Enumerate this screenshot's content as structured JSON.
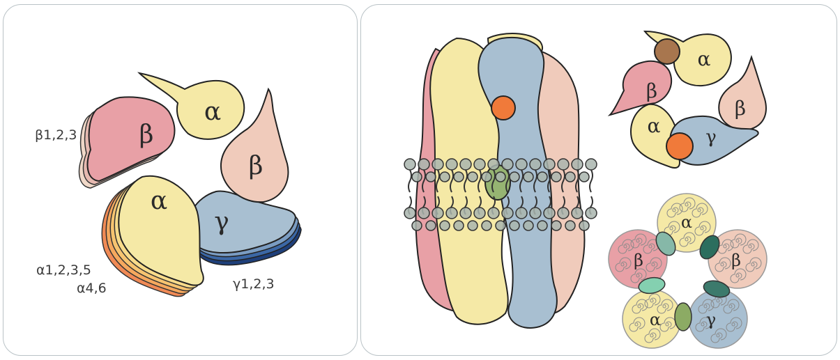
{
  "left_panel": {
    "subunits": [
      {
        "glyph": "α",
        "fill": "#f5e9a6"
      },
      {
        "glyph": "β",
        "fill": "#e8a0a6"
      },
      {
        "glyph": "β",
        "fill": "#f0cbbb"
      },
      {
        "glyph": "α",
        "fill": "#f5e9a6"
      },
      {
        "glyph": "γ",
        "fill": "#a8bfd1"
      }
    ],
    "labels": {
      "beta_family": "β1,2,3",
      "alpha_family": "α1,2,3,5",
      "alpha_extra": "α4,6",
      "gamma_family": "γ1,2,3"
    }
  },
  "right_panel": {
    "top_ring": {
      "alpha_top": "α",
      "beta_left": "β",
      "beta_right": "β",
      "alpha_bottom": "α",
      "gamma": "γ"
    },
    "spiral_ring": {
      "alpha_top": "α",
      "beta_left": "β",
      "beta_right": "β",
      "alpha_bottom": "α",
      "gamma": "γ"
    }
  },
  "colors": {
    "alpha": "#f5e9a6",
    "beta_primary": "#e8a0a6",
    "beta_secondary": "#f0cbbb",
    "gamma": "#a8bfd1",
    "site_orange": "#f07a3a",
    "site_brown": "#a8764e",
    "pore_green": "#96b472",
    "membrane_head": "#a9b5ae"
  }
}
